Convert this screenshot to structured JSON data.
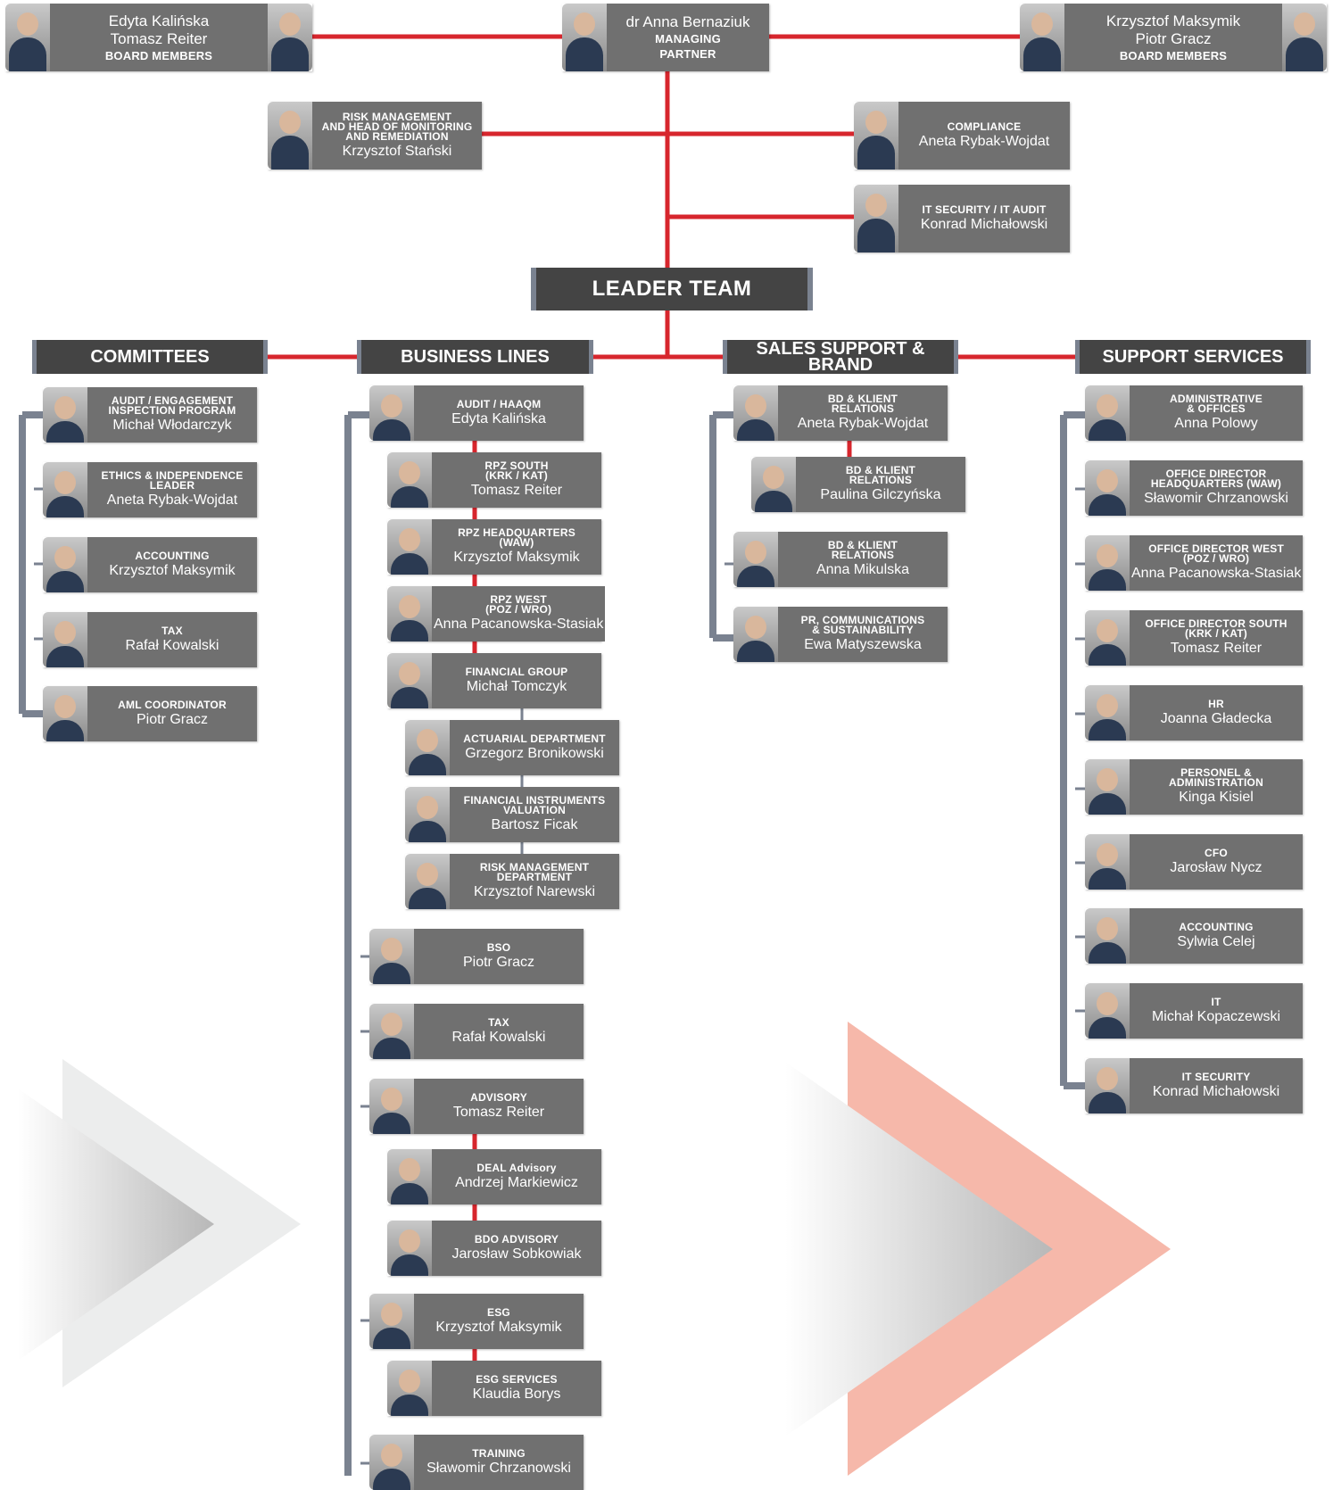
{
  "colors": {
    "connector": "#d7262d",
    "subline": "#7a8290",
    "card": "#707070",
    "header": "#444444"
  },
  "board_left": {
    "names": "Edyta Kalińska\nTomasz Reiter",
    "role": "BOARD MEMBERS"
  },
  "partner": {
    "name": "dr Anna Bernaziuk",
    "role": "MANAGING\nPARTNER"
  },
  "board_right": {
    "names": "Krzysztof Maksymik\nPiotr Gracz",
    "role": "BOARD MEMBERS"
  },
  "staff": {
    "risk": {
      "role": "RISK MANAGEMENT\nAND HEAD OF MONITORING\nAND REMEDIATION",
      "name": "Krzysztof Stański"
    },
    "compliance": {
      "role": "COMPLIANCE",
      "name": "Aneta Rybak-Wojdat"
    },
    "itsec": {
      "role": "IT SECURITY / IT AUDIT",
      "name": "Konrad Michałowski"
    }
  },
  "leader_team": "LEADER TEAM",
  "sections": {
    "committees": "COMMITTEES",
    "business": "BUSINESS LINES",
    "sales": "SALES SUPPORT &\nBRAND",
    "support": "SUPPORT SERVICES"
  },
  "committees": [
    {
      "role": "AUDIT / ENGAGEMENT\nINSPECTION PROGRAM",
      "name": "Michał Włodarczyk"
    },
    {
      "role": "ETHICS & INDEPENDENCE\nLEADER",
      "name": "Aneta Rybak-Wojdat"
    },
    {
      "role": "ACCOUNTING",
      "name": "Krzysztof Maksymik"
    },
    {
      "role": "TAX",
      "name": "Rafał Kowalski"
    },
    {
      "role": "AML COORDINATOR",
      "name": "Piotr Gracz"
    }
  ],
  "business": [
    {
      "role": "AUDIT / HAAQM",
      "name": "Edyta Kalińska"
    },
    {
      "role": "RPZ SOUTH\n(KRK / KAT)",
      "name": "Tomasz Reiter"
    },
    {
      "role": "RPZ HEADQUARTERS\n(WAW)",
      "name": "Krzysztof Maksymik"
    },
    {
      "role": "RPZ WEST\n(POZ / WRO)",
      "name": "Anna Pacanowska-Stasiak"
    },
    {
      "role": "FINANCIAL GROUP",
      "name": "Michał Tomczyk"
    },
    {
      "role": "ACTUARIAL DEPARTMENT",
      "name": "Grzegorz Bronikowski"
    },
    {
      "role": "FINANCIAL INSTRUMENTS\nVALUATION",
      "name": "Bartosz Ficak"
    },
    {
      "role": "RISK MANAGEMENT\nDEPARTMENT",
      "name": "Krzysztof Narewski"
    },
    {
      "role": "BSO",
      "name": "Piotr Gracz"
    },
    {
      "role": "TAX",
      "name": "Rafał Kowalski"
    },
    {
      "role": "ADVISORY",
      "name": "Tomasz Reiter"
    },
    {
      "role": "DEAL Advisory",
      "name": "Andrzej Markiewicz"
    },
    {
      "role": "BDO ADVISORY",
      "name": "Jarosław Sobkowiak"
    },
    {
      "role": "ESG",
      "name": "Krzysztof Maksymik"
    },
    {
      "role": "ESG SERVICES",
      "name": "Klaudia Borys"
    },
    {
      "role": "TRAINING",
      "name": "Sławomir Chrzanowski"
    }
  ],
  "sales": [
    {
      "role": "BD & KLIENT\nRELATIONS",
      "name": "Aneta Rybak-Wojdat"
    },
    {
      "role": "BD & KLIENT\nRELATIONS",
      "name": "Paulina Gilczyńska"
    },
    {
      "role": "BD & KLIENT\nRELATIONS",
      "name": "Anna Mikulska"
    },
    {
      "role": "PR, COMMUNICATIONS\n& SUSTAINABILITY",
      "name": "Ewa Matyszewska"
    }
  ],
  "support": [
    {
      "role": "ADMINISTRATIVE\n& OFFICES",
      "name": "Anna Polowy"
    },
    {
      "role": "OFFICE DIRECTOR\nHEADQUARTERS (WAW)",
      "name": "Sławomir Chrzanowski"
    },
    {
      "role": "OFFICE DIRECTOR WEST\n(POZ / WRO)",
      "name": "Anna Pacanowska-Stasiak"
    },
    {
      "role": "OFFICE DIRECTOR SOUTH\n(KRK / KAT)",
      "name": "Tomasz Reiter"
    },
    {
      "role": "HR",
      "name": "Joanna Gładecka"
    },
    {
      "role": "PERSONEL &\nADMINISTRATION",
      "name": "Kinga Kisiel"
    },
    {
      "role": "CFO",
      "name": "Jarosław Nycz"
    },
    {
      "role": "ACCOUNTING",
      "name": "Sylwia Celej"
    },
    {
      "role": "IT",
      "name": "Michał Kopaczewski"
    },
    {
      "role": "IT SECURITY",
      "name": "Konrad Michałowski"
    }
  ]
}
